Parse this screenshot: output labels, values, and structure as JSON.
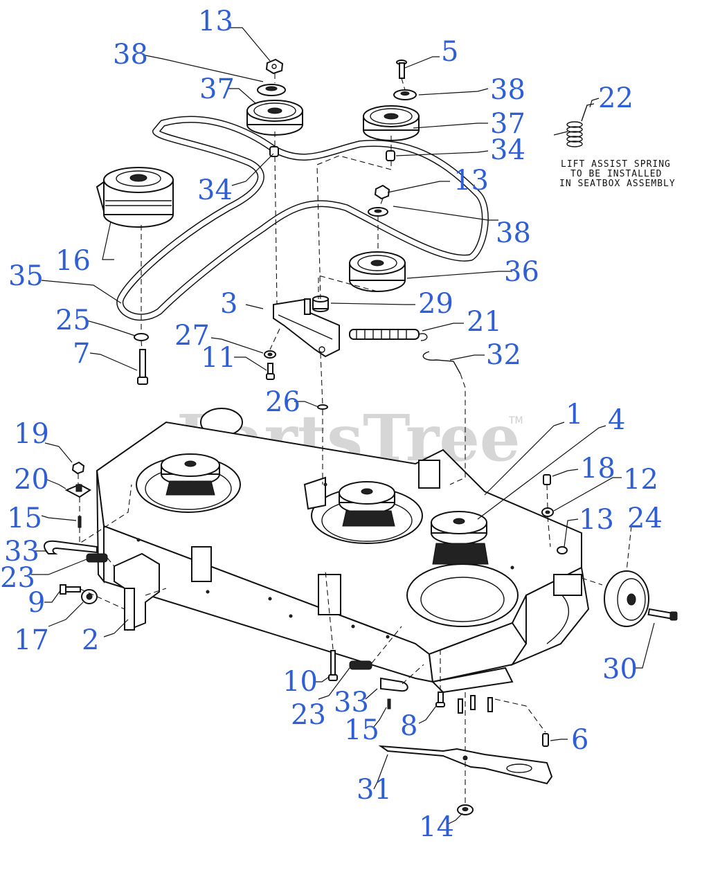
{
  "watermark": {
    "text": "PartsTree",
    "trademark": "TM"
  },
  "note": {
    "lines": [
      "LIFT ASSIST SPRING",
      "TO BE INSTALLED",
      "IN SEATBOX ASSEMBLY"
    ]
  },
  "colors": {
    "callout": "#2e5fd6",
    "line": "#111111",
    "watermark": "#d6d6d6"
  },
  "callouts": {
    "c13a": "13",
    "c38a": "38",
    "c37a": "37",
    "c5": "5",
    "c38b": "38",
    "c37b": "37",
    "c22": "22",
    "c34a": "34",
    "c34b": "34",
    "c13b": "13",
    "c38c": "38",
    "c16": "16",
    "c36": "36",
    "c35": "35",
    "c3": "3",
    "c29": "29",
    "c21": "21",
    "c25": "25",
    "c27": "27",
    "c32": "32",
    "c7": "7",
    "c11": "11",
    "c26": "26",
    "c1": "1",
    "c4": "4",
    "c19": "19",
    "c18": "18",
    "c12": "12",
    "c20": "20",
    "c15a": "15",
    "c13c": "13",
    "c24": "24",
    "c33a": "33",
    "c23a": "23",
    "c9": "9",
    "c17": "17",
    "c2": "2",
    "c30": "30",
    "c10": "10",
    "c23b": "23",
    "c33b": "33",
    "c15b": "15",
    "c8": "8",
    "c6": "6",
    "c31": "31",
    "c14": "14"
  }
}
